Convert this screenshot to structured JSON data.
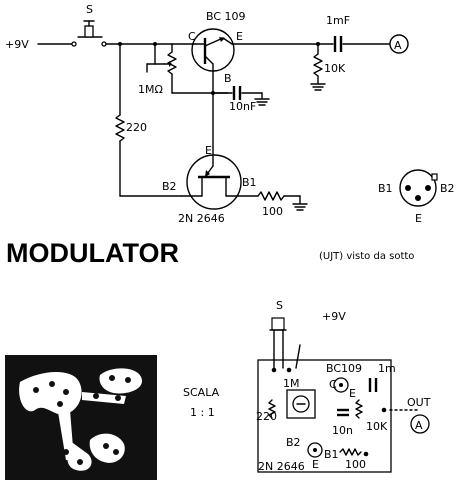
{
  "title": "MODULATOR",
  "schematic": {
    "supply": "+9V",
    "switch": "S",
    "transistor": "BC 109",
    "collector": "C",
    "emitter": "E",
    "base": "B",
    "pot": "1MΩ",
    "cap_small": "10nF",
    "cap_out": "1mF",
    "r_emitter": "10K",
    "output": "A",
    "r_base": "220",
    "ujt_e": "E",
    "ujt_b2": "B2",
    "ujt_b1": "B1",
    "ujt": "2N 2646",
    "r_b1": "100"
  },
  "pinout": {
    "b1": "B1",
    "b2": "B2",
    "e": "E",
    "caption": "(UJT) visto da sotto"
  },
  "scale": {
    "label": "SCALA",
    "value": "1 : 1"
  },
  "layout": {
    "switch": "S",
    "supply": "+9V",
    "pot": "1M",
    "transistor": "BC109",
    "c": "C",
    "e": "E",
    "cap_out": "1m",
    "r_base": "220",
    "cap_small": "10n",
    "r_emitter": "10K",
    "b2": "B2",
    "b1": "B1",
    "e2": "E",
    "ujt": "2N 2646",
    "r_b1": "100",
    "out": "OUT",
    "terminal": "A"
  }
}
